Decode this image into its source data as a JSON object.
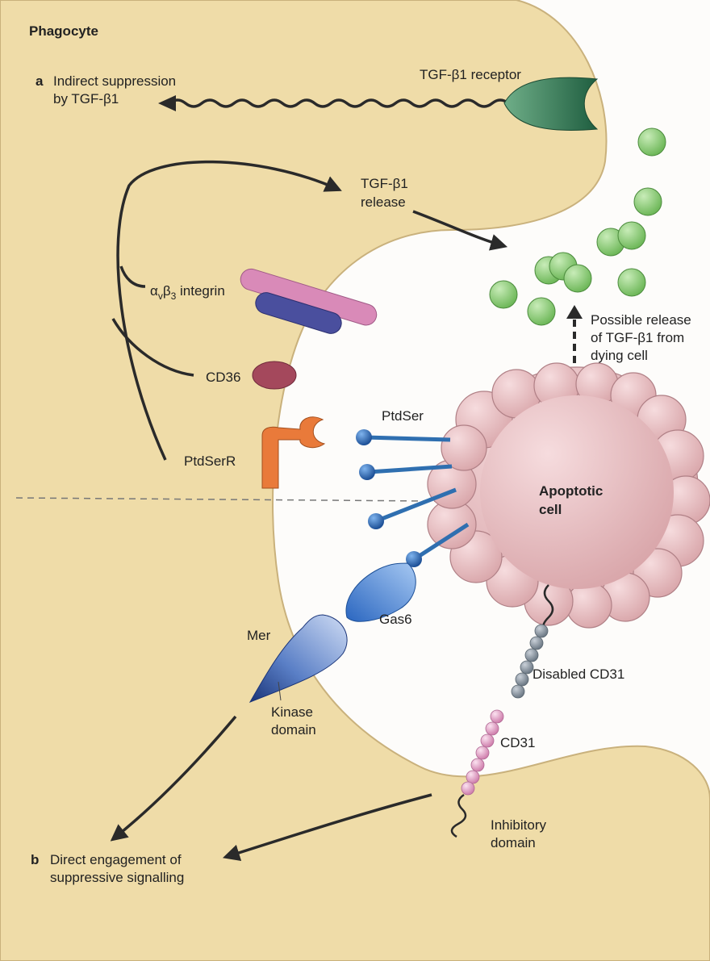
{
  "title": "Phagocyte",
  "labels": {
    "a_letter": "a",
    "a_line1": "Indirect suppression",
    "a_line2": "by TGF-β1",
    "tgf_receptor": "TGF-β1 receptor",
    "tgf_release_1": "TGF-β1",
    "tgf_release_2": "release",
    "integrin": "α",
    "integrin_sub_v": "v",
    "integrin_beta": "β",
    "integrin_sub_3": "3",
    "integrin_rest": " integrin",
    "cd36": "CD36",
    "ptdserr": "PtdSerR",
    "ptdser": "PtdSer",
    "possible_1": "Possible release",
    "possible_2": "of TGF-β1 from",
    "possible_3": "dying cell",
    "apoptotic_1": "Apoptotic",
    "apoptotic_2": "cell",
    "gas6": "Gas6",
    "mer": "Mer",
    "kinase_1": "Kinase",
    "kinase_2": "domain",
    "disabled_cd31": "Disabled CD31",
    "cd31": "CD31",
    "inhibitory_1": "Inhibitory",
    "inhibitory_2": "domain",
    "b_letter": "b",
    "b_line1": "Direct engagement of",
    "b_line2": "suppressive signalling"
  },
  "colors": {
    "phagocyte": "#efdca8",
    "phagocyte_edge": "#b8a070",
    "receptor": "#2f7a55",
    "tgf_particle": "#8cc878",
    "apoptotic": "#e9c2c4",
    "apoptotic_edge": "#a57478",
    "integrin_a": "#d98ab8",
    "integrin_b": "#4a4f9e",
    "cd36": "#a4485c",
    "ptdserr": "#e97a3a",
    "ptdser": "#2f6fb0",
    "gas6": "#3f7fd0",
    "mer": "#6f90d0",
    "disabled_cd31": "#8a95a0",
    "cd31": "#e0a0c4"
  }
}
